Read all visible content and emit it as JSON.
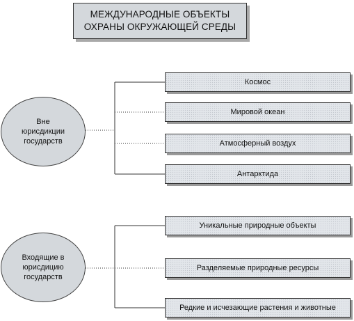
{
  "title": {
    "line1": "МЕЖДУНАРОДНЫЕ ОБЪЕКТЫ",
    "line2": "ОХРАНЫ ОКРУЖАЮЩЕЙ СРЕДЫ"
  },
  "group_outside": {
    "label_lines": [
      "Вне",
      "юрисдикции",
      "государств"
    ],
    "items": [
      "Космос",
      "Мировой океан",
      "Атмосферный воздух",
      "Антарктида"
    ]
  },
  "group_inside": {
    "label_lines": [
      "Входящие в",
      "юрисдицию",
      "государств"
    ],
    "items": [
      "Уникальные природные объекты",
      "Разделяемые природные ресурсы",
      "Редкие и исчезающие растения и животные"
    ]
  }
}
